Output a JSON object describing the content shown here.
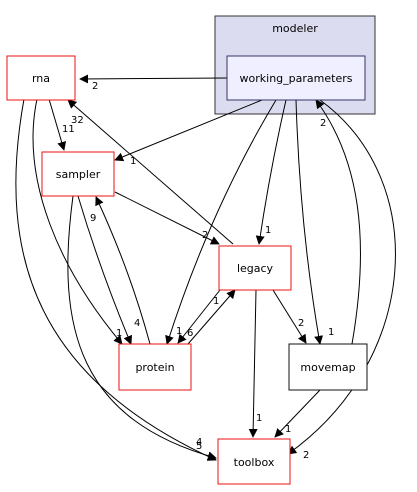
{
  "cluster": {
    "label": "modeler",
    "fill": "#dcdcf0",
    "stroke": "#333333"
  },
  "nodes": {
    "working_parameters": {
      "label": "working_parameters",
      "fill": "#efefff",
      "stroke": "#333366"
    },
    "rna": {
      "label": "rna",
      "stroke": "#ee1111"
    },
    "sampler": {
      "label": "sampler",
      "stroke": "#ee1111"
    },
    "legacy": {
      "label": "legacy",
      "stroke": "#ee1111"
    },
    "protein": {
      "label": "protein",
      "stroke": "#ee1111"
    },
    "movemap": {
      "label": "movemap",
      "stroke": "#111111"
    },
    "toolbox": {
      "label": "toolbox",
      "stroke": "#ee1111"
    }
  },
  "edges": [
    {
      "from": "working_parameters",
      "to": "rna",
      "label": "2"
    },
    {
      "from": "working_parameters",
      "to": "sampler",
      "label": "1"
    },
    {
      "from": "working_parameters",
      "to": "legacy",
      "label": "1"
    },
    {
      "from": "working_parameters",
      "to": "protein",
      "label": "1"
    },
    {
      "from": "working_parameters",
      "to": "movemap",
      "label": "1"
    },
    {
      "from": "working_parameters",
      "to": "toolbox",
      "label": "2"
    },
    {
      "from": "rna",
      "to": "sampler",
      "label": "11"
    },
    {
      "from": "rna",
      "to": "protein",
      "label": "1"
    },
    {
      "from": "rna",
      "to": "toolbox",
      "label": "5"
    },
    {
      "from": "sampler",
      "to": "legacy",
      "label": "2"
    },
    {
      "from": "sampler",
      "to": "protein",
      "label": "4"
    },
    {
      "from": "sampler",
      "to": "toolbox",
      "label": "4"
    },
    {
      "from": "legacy",
      "to": "rna",
      "label": "32"
    },
    {
      "from": "legacy",
      "to": "protein",
      "label": "1"
    },
    {
      "from": "legacy",
      "to": "movemap",
      "label": "2"
    },
    {
      "from": "legacy",
      "to": "toolbox",
      "label": "1"
    },
    {
      "from": "protein",
      "to": "sampler",
      "label": "9"
    },
    {
      "from": "protein",
      "to": "legacy",
      "label": "6"
    },
    {
      "from": "movemap",
      "to": "working_parameters",
      "label": "2"
    },
    {
      "from": "movemap",
      "to": "toolbox",
      "label": "1"
    }
  ]
}
